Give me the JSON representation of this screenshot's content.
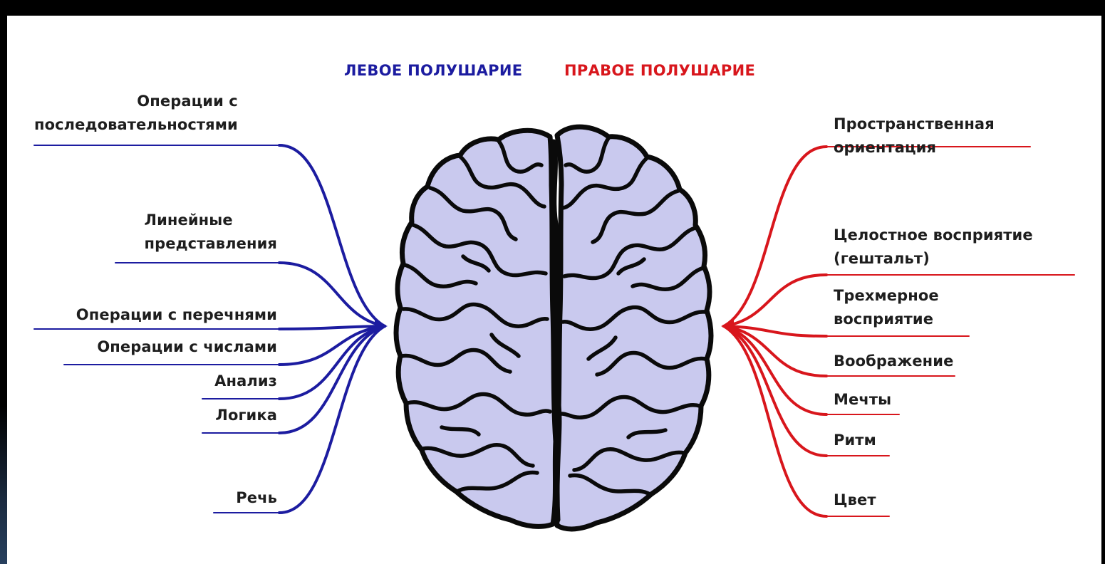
{
  "header": {
    "left_title": "ЛЕВОЕ ПОЛУШАРИЕ",
    "right_title": "ПРАВОЕ ПОЛУШАРИЕ"
  },
  "left": {
    "items": [
      [
        "Операции с",
        "последовательностями"
      ],
      [
        "Линейные",
        "представления"
      ],
      [
        "Операции с перечнями"
      ],
      [
        "Операции с числами"
      ],
      [
        "Анализ"
      ],
      [
        "Логика"
      ],
      [
        "Речь"
      ]
    ]
  },
  "right": {
    "items": [
      [
        "Пространственная",
        "ориентация"
      ],
      [
        "Целостное восприятие",
        "(гештальт)"
      ],
      [
        "Трехмерное",
        "восприятие"
      ],
      [
        "Воображение"
      ],
      [
        "Мечты"
      ],
      [
        "Ритм"
      ],
      [
        "Цвет"
      ]
    ]
  },
  "colors": {
    "left": "#1c1ca0",
    "right": "#d8161c",
    "brain_fill": "#c9c9ee",
    "brain_outline": "#0a0a0a"
  }
}
